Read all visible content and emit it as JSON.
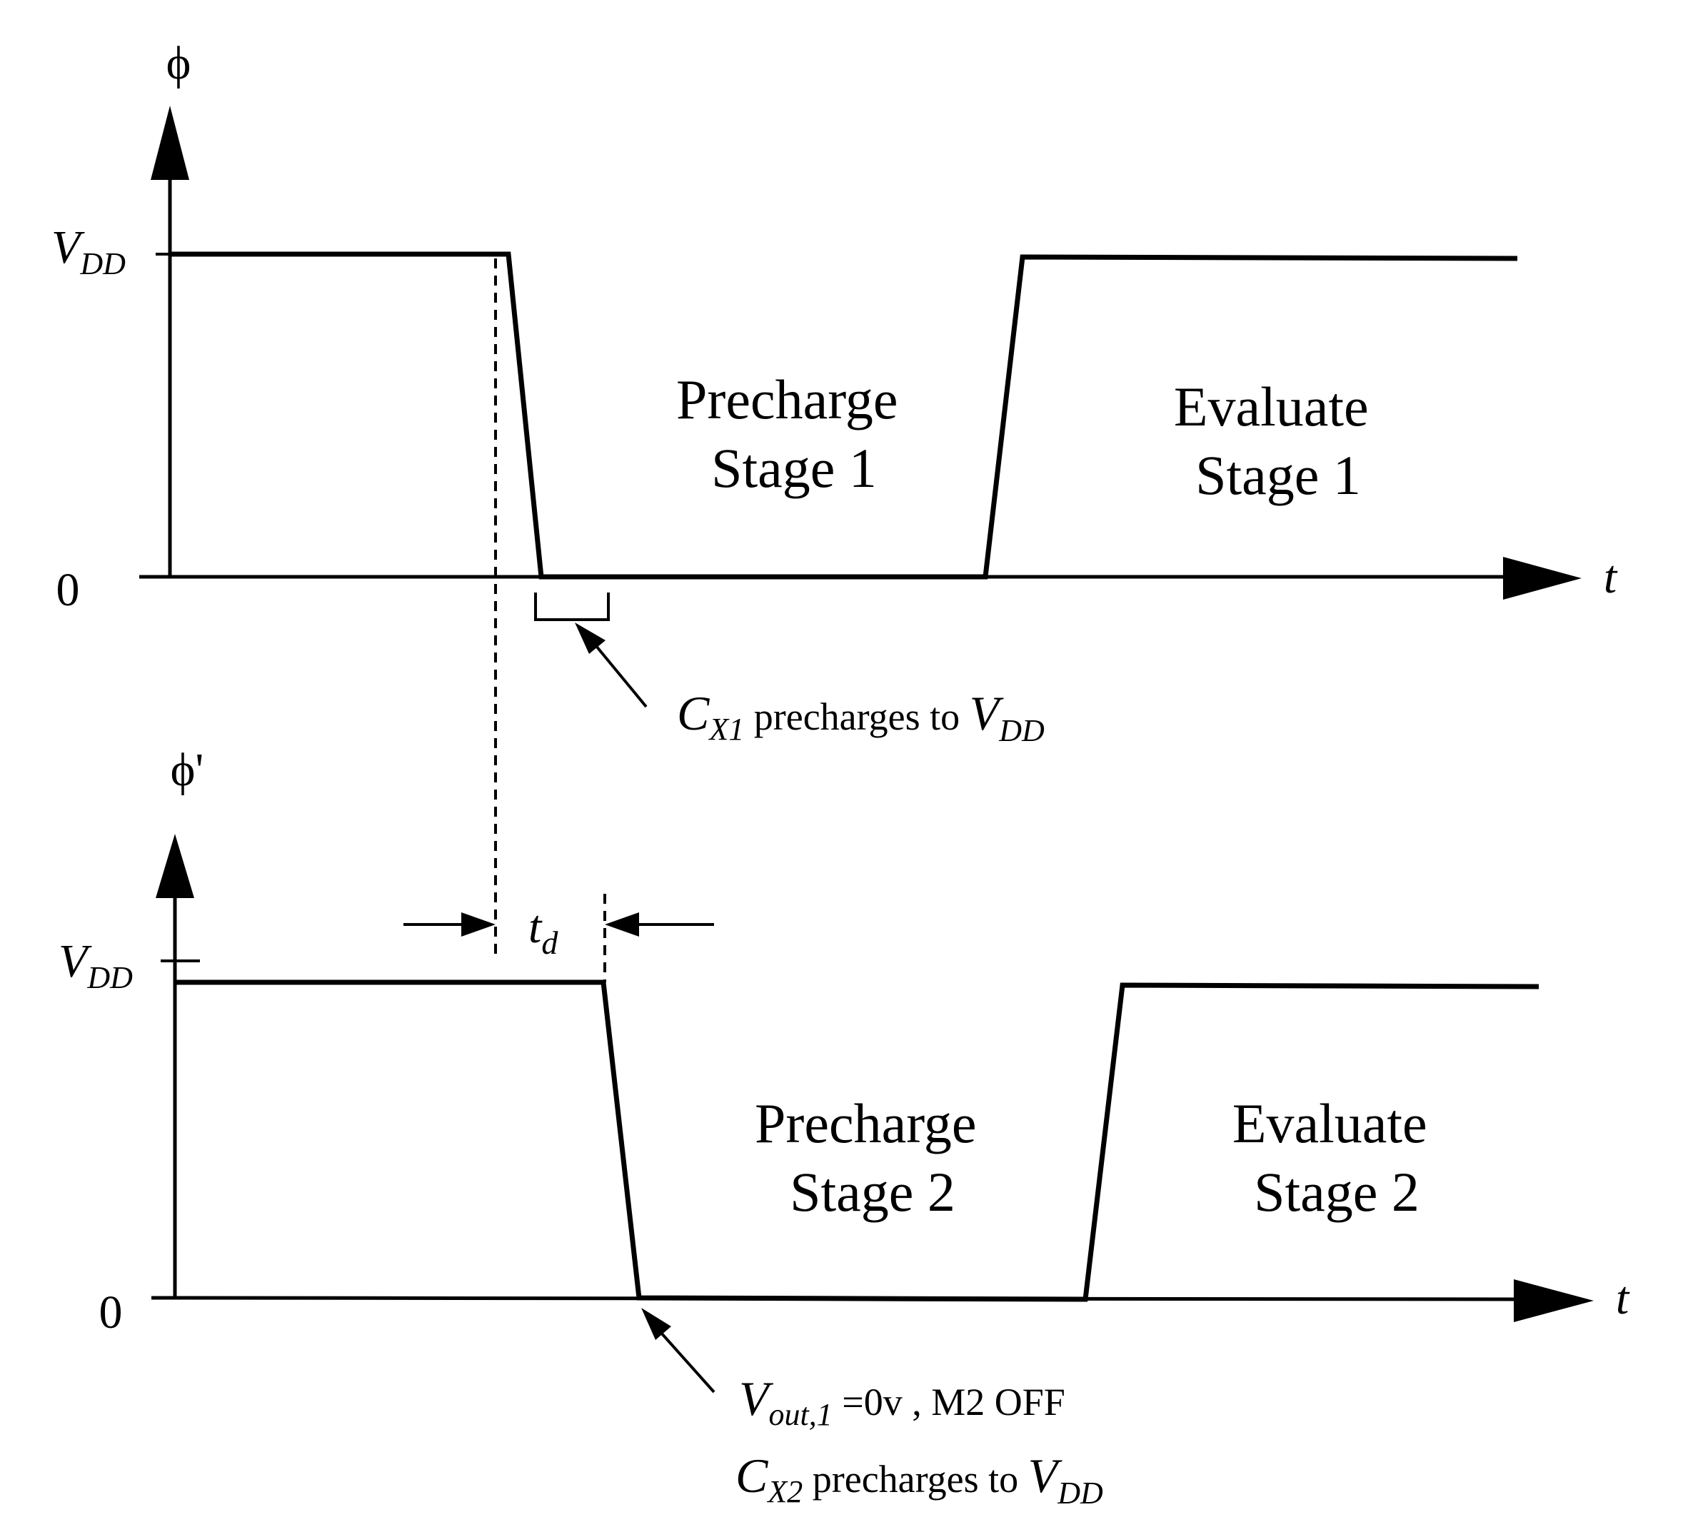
{
  "diagram": {
    "colors": {
      "stroke": "#000000",
      "background": "#ffffff"
    },
    "top_panel": {
      "y_axis_label": "ϕ",
      "level_high": {
        "main": "V",
        "sub": "DD"
      },
      "level_low": "0",
      "time_axis_label": "t",
      "region_left": {
        "line1": "Precharge",
        "line2": "Stage 1"
      },
      "region_right": {
        "line1": "Evaluate",
        "line2": "Stage 1"
      },
      "annotation": {
        "cap_main": "C",
        "cap_sub": "X1",
        "middle": " precharges to ",
        "level_main": "V",
        "level_sub": "DD"
      }
    },
    "bottom_panel": {
      "y_axis_label": "ϕ'",
      "level_high": {
        "main": "V",
        "sub": "DD"
      },
      "level_low": "0",
      "time_axis_label": "t",
      "delay_label": {
        "main": "t",
        "sub": "d"
      },
      "region_left": {
        "line1": "Precharge",
        "line2": "Stage 2"
      },
      "region_right": {
        "line1": "Evaluate",
        "line2": "Stage 2"
      },
      "annotation_line1": {
        "v_main": "V",
        "v_sub": "out,1",
        "rest": " =0v ,  M2 OFF"
      },
      "annotation_line2": {
        "cap_main": "C",
        "cap_sub": "X2",
        "middle": " precharges to ",
        "level_main": "V",
        "level_sub": "DD"
      }
    }
  }
}
